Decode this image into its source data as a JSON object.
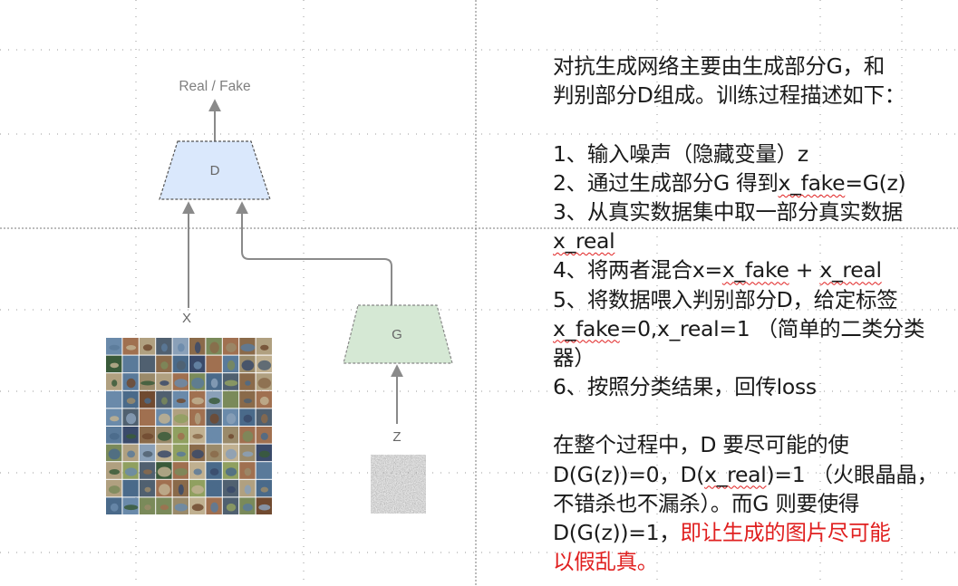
{
  "diagram": {
    "real_fake_label": "Real / Fake",
    "discriminator_label": "D",
    "generator_label": "G",
    "x_label": "X",
    "z_label": "Z",
    "colors": {
      "discriminator_fill": "#dae8fc",
      "generator_fill": "#d5e8d4",
      "arrow": "#8a8a8a",
      "noise": "#555555"
    },
    "images": {
      "real_samples": "real-image-grid",
      "noise_sample": "noise-image"
    }
  },
  "description": {
    "intro_1": "对抗生成网络主要由生成部分G，和",
    "intro_2": "判别部分D组成。训练过程描述如下：",
    "step1": "1、输入噪声（隐藏变量）z",
    "step2_prefix": "2、通过生成部分G 得到",
    "step2_term": "x_fake",
    "step2_suffix": "=G(z)",
    "step3_line1": "3、从真实数据集中取一部分真实数据",
    "step3_term": "x_real",
    "step4_prefix": "4、将两者混合x=",
    "step4_term1": "x_fake",
    "step4_mid": " + ",
    "step4_term2": "x_real",
    "step5_line1": "5、将数据喂入判别部分D，给定标签",
    "step5_term": "x_fake",
    "step5_suffix": "=0,x_real=1 （简单的二类分类",
    "step5_line3": "器）",
    "step6": "6、按照分类结果，回传loss",
    "summary_1": "在整个过程中，D 要尽可能的使",
    "summary_2_prefix": "D(G(z))=0，D(",
    "summary_2_term": "x_real",
    "summary_2_suffix": ")=1 （火眼晶晶，",
    "summary_3": "不错杀也不漏杀）。而G 则要使得",
    "summary_4_prefix": "D(G(z))=1，",
    "summary_4_red": "即让生成的图片尽可能",
    "summary_5_red": "以假乱真。"
  }
}
